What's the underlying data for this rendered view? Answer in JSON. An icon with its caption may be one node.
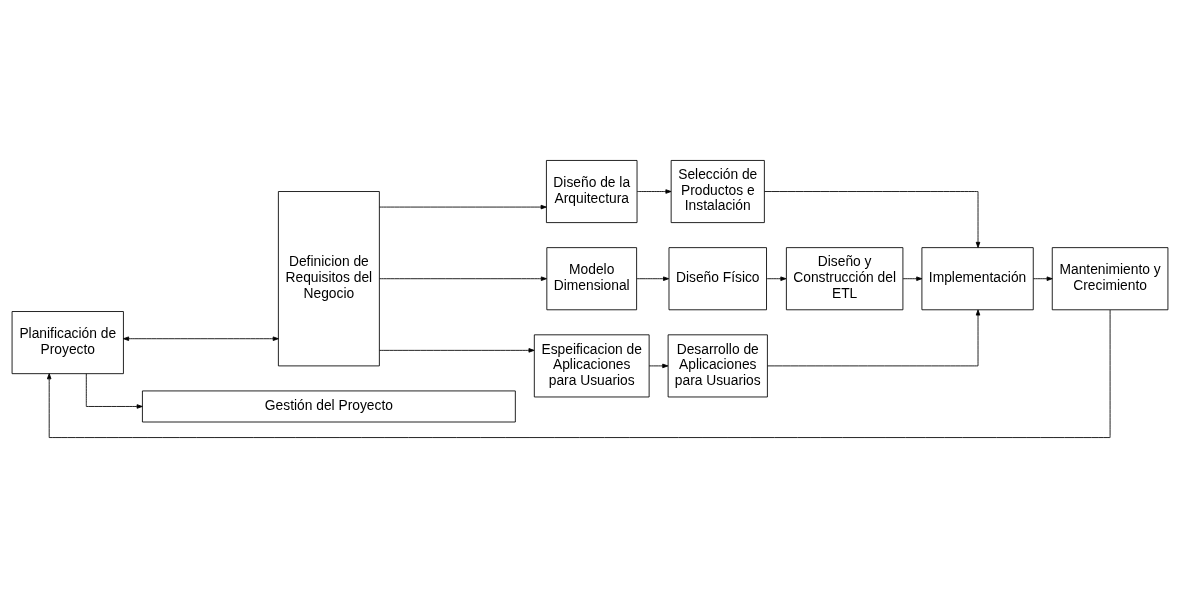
{
  "diagram": {
    "nodes": [
      {
        "text": [
          "Planificación de Proyecto"
        ]
      },
      {
        "text": [
          "Definicion de Requisitos del Negocio"
        ]
      },
      {
        "text": [
          "Diseño de la Arquitectura"
        ]
      },
      {
        "text": [
          "Selección de Productos e Instalación"
        ]
      },
      {
        "text": [
          "Modelo Dimensional"
        ]
      },
      {
        "text": [
          "Diseño Físico"
        ]
      },
      {
        "text": [
          "Diseño y Construcción del ETL"
        ]
      },
      {
        "text": [
          "Implementación"
        ]
      },
      {
        "text": [
          "Mantenimiento y Crecimiento"
        ]
      },
      {
        "text": [
          "Espeificacion de Aplicaciones para Usuarios"
        ]
      },
      {
        "text": [
          "Desarrollo de Aplicaciones para Usuarios"
        ]
      },
      {
        "text": [
          "Gestión del Proyecto"
        ]
      }
    ],
    "edges": [
      {
        "from": 8,
        "to": 0,
        "arrow": "to"
      },
      {
        "from": 0,
        "to": 1,
        "arrow": "both"
      },
      {
        "from": 1,
        "to": 2,
        "arrow": "to"
      },
      {
        "from": 1,
        "to": 4,
        "arrow": "to"
      },
      {
        "from": 1,
        "to": 9,
        "arrow": "to"
      },
      {
        "from": 2,
        "to": 3,
        "arrow": "to"
      },
      {
        "from": 3,
        "to": 7,
        "arrow": "to"
      },
      {
        "from": 4,
        "to": 5,
        "arrow": "to"
      },
      {
        "from": 5,
        "to": 6,
        "arrow": "to"
      },
      {
        "from": 6,
        "to": 7,
        "arrow": "to"
      },
      {
        "from": 9,
        "to": 10,
        "arrow": "to"
      },
      {
        "from": 10,
        "to": 7,
        "arrow": "to"
      },
      {
        "from": 7,
        "to": 8,
        "arrow": "to"
      },
      {
        "from": 0,
        "to": 11,
        "arrow": "to"
      }
    ]
  }
}
